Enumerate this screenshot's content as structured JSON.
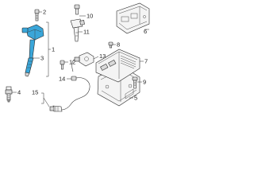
{
  "callouts": {
    "c1": "1",
    "c2": "2",
    "c3": "3",
    "c4": "4",
    "c5": "5",
    "c6": "6",
    "c7": "7",
    "c8": "8",
    "c9": "9",
    "c10": "10",
    "c11": "11",
    "c12": "12",
    "c13": "13",
    "c14": "14",
    "c15": "15"
  },
  "colors": {
    "ignition_coil_accent": "#3aa6d9",
    "line": "#2a2a2a",
    "background": "#ffffff"
  }
}
